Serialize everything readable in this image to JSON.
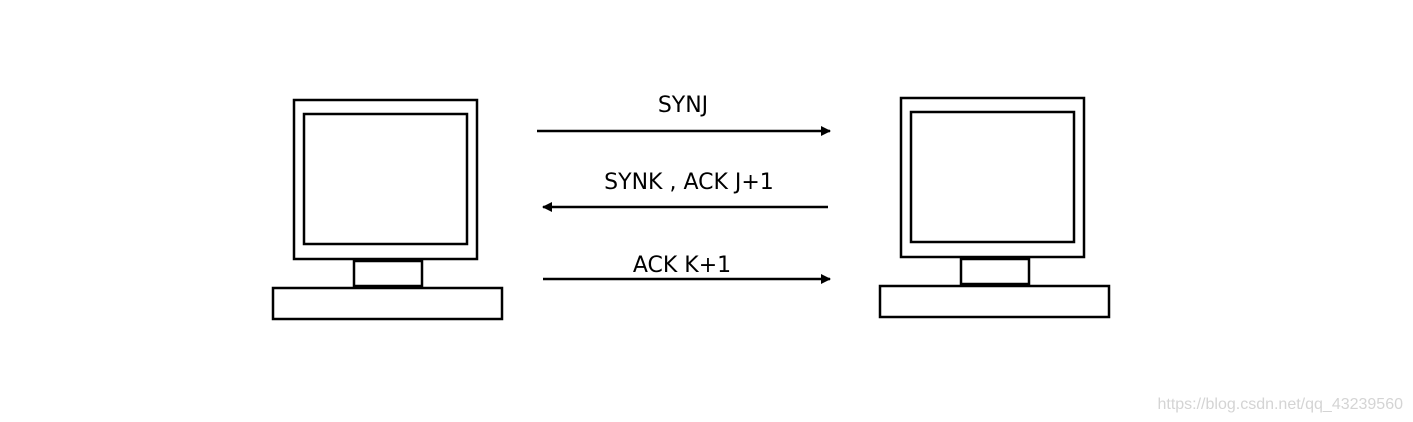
{
  "messages": {
    "m1": "SYNJ",
    "m2": "SYNK , ACK J+1",
    "m3": "ACK K+1"
  },
  "watermark": "https://blog.csdn.net/qq_43239560"
}
